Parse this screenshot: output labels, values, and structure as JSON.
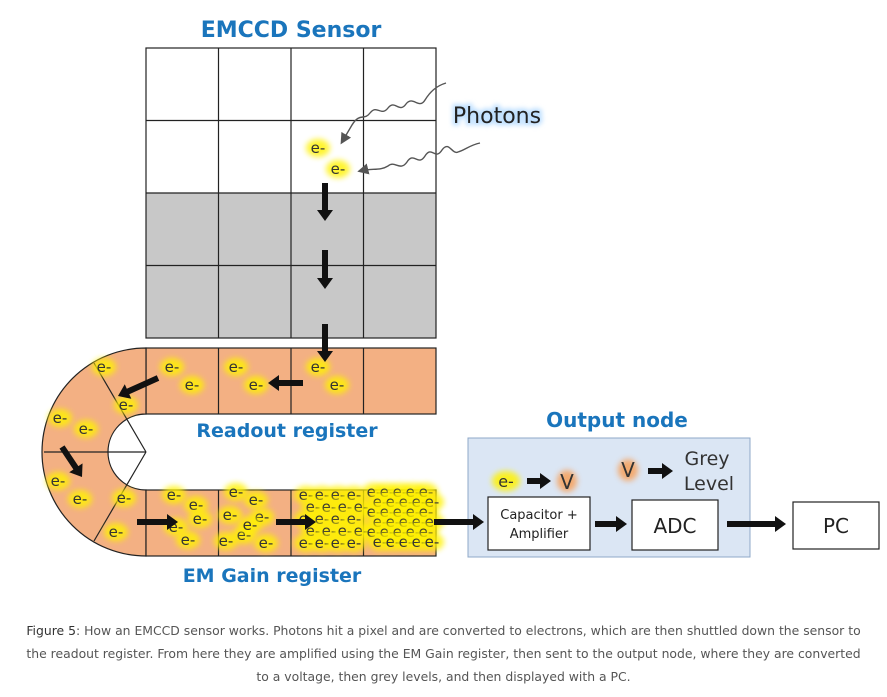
{
  "titles": {
    "sensor": "EMCCD Sensor",
    "readout": "Readout register",
    "gain": "EM Gain register",
    "output": "Output node"
  },
  "labels": {
    "photons": "Photons",
    "electron": "e-",
    "voltage": "V",
    "grey_line1": "Grey",
    "grey_line2": "Level",
    "cap_line1": "Capacitor +",
    "cap_line2": "Amplifier",
    "adc": "ADC",
    "pc": "PC"
  },
  "caption": {
    "figure_label": "Figure 5",
    "text": ": How an EMCCD sensor works. Photons hit a pixel and are converted to electrons, which are then shuttled down the sensor to the readout register. From here they are amplified using the EM Gain register, then sent to the output node, where they are converted to a voltage, then grey levels, and then displayed with a PC."
  },
  "colors": {
    "title_blue": "#1a75bc",
    "register_fill": "#f3b083",
    "masked_cell": "#c8c8c8",
    "output_fill": "#dbe6f4",
    "electron_glow": "#fff200",
    "voltage_glow": "#f7a05a"
  }
}
